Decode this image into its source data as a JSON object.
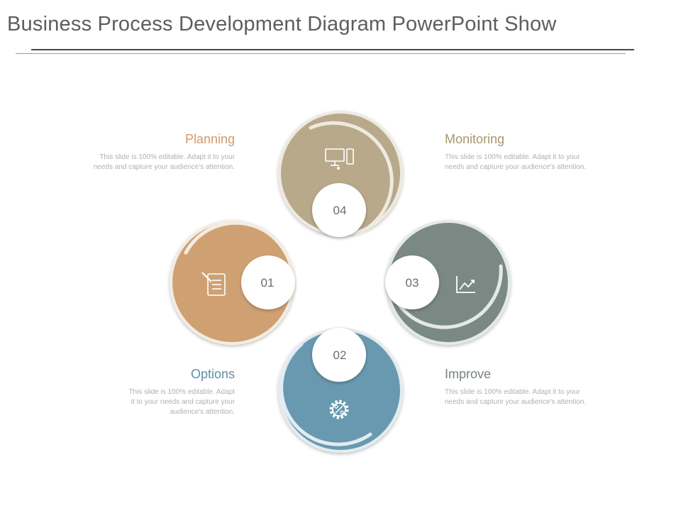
{
  "title": "Business Process Development Diagram PowerPoint Show",
  "colors": {
    "tan": "#b8a98a",
    "orange": "#cfa172",
    "slate": "#7a8984",
    "blue": "#6999b0",
    "text": "#5d5d5d"
  },
  "steps": [
    {
      "number": "01",
      "heading": "Planning",
      "body": "This slide is 100% editable. Adapt it to your needs and capture your audience's attention.",
      "icon": "checklist-icon",
      "color": "#c8976b"
    },
    {
      "number": "02",
      "heading": "Options",
      "body": "This slide is 100% editable. Adapt it to your needs and capture your audience's attention.",
      "icon": "gear-icon",
      "color": "#5c8ca5"
    },
    {
      "number": "03",
      "heading": "Improve",
      "body": "This slide is 100% editable. Adapt it to your needs and capture your audience's attention.",
      "icon": "trend-chart-icon",
      "color": "#6f827d"
    },
    {
      "number": "04",
      "heading": "Monitoring",
      "body": "This slide is 100% editable. Adapt it to your needs and capture your audience's attention.",
      "icon": "computer-icon",
      "color": "#b2a382"
    }
  ]
}
